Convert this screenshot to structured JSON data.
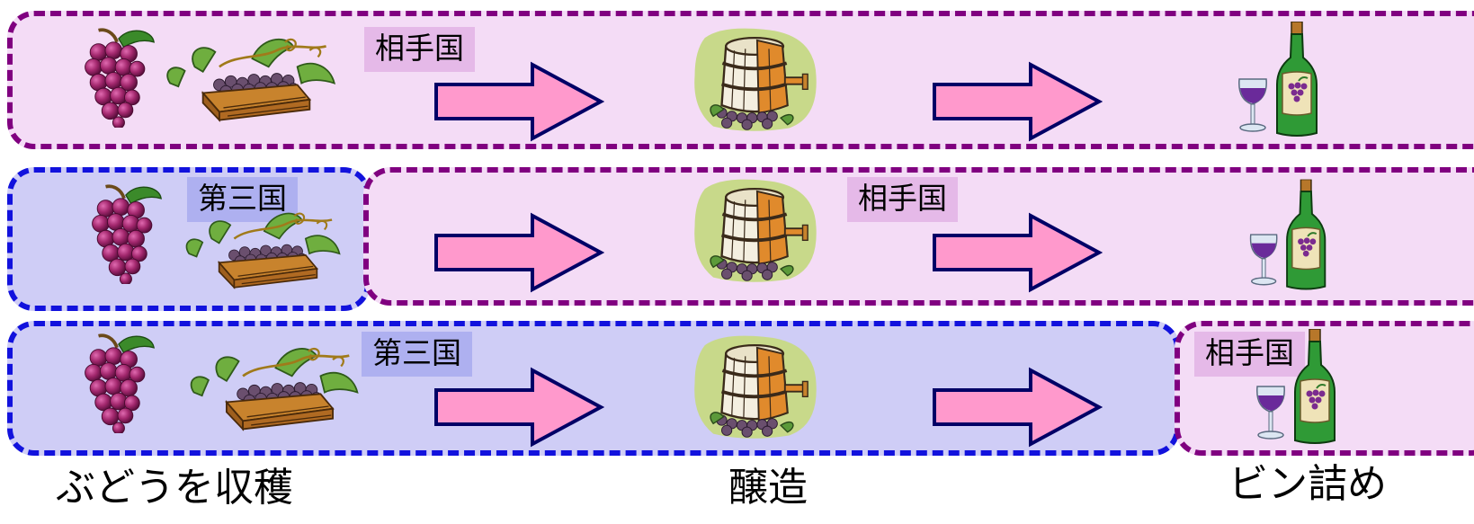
{
  "rows": [
    {
      "regions": [
        {
          "label": "相手国",
          "color": "pink"
        }
      ]
    },
    {
      "regions": [
        {
          "label": "第三国",
          "color": "blue"
        },
        {
          "label": "相手国",
          "color": "pink"
        }
      ]
    },
    {
      "regions": [
        {
          "label": "第三国",
          "color": "blue"
        },
        {
          "label": "相手国",
          "color": "pink"
        }
      ]
    }
  ],
  "stages": [
    "ぶどうを収穫",
    "醸造",
    "ビン詰め"
  ],
  "colors": {
    "partner_border": "#800080",
    "partner_fill": "#f4dcf6",
    "third_border": "#1212dd",
    "third_fill": "#cfcdf6",
    "arrow_fill": "#ff99cc",
    "arrow_stroke": "#000066"
  },
  "icons": [
    "grapes-icon",
    "grape-crate-icon",
    "wine-barrel-icon",
    "wine-bottle-glass-icon",
    "process-arrow-icon"
  ]
}
